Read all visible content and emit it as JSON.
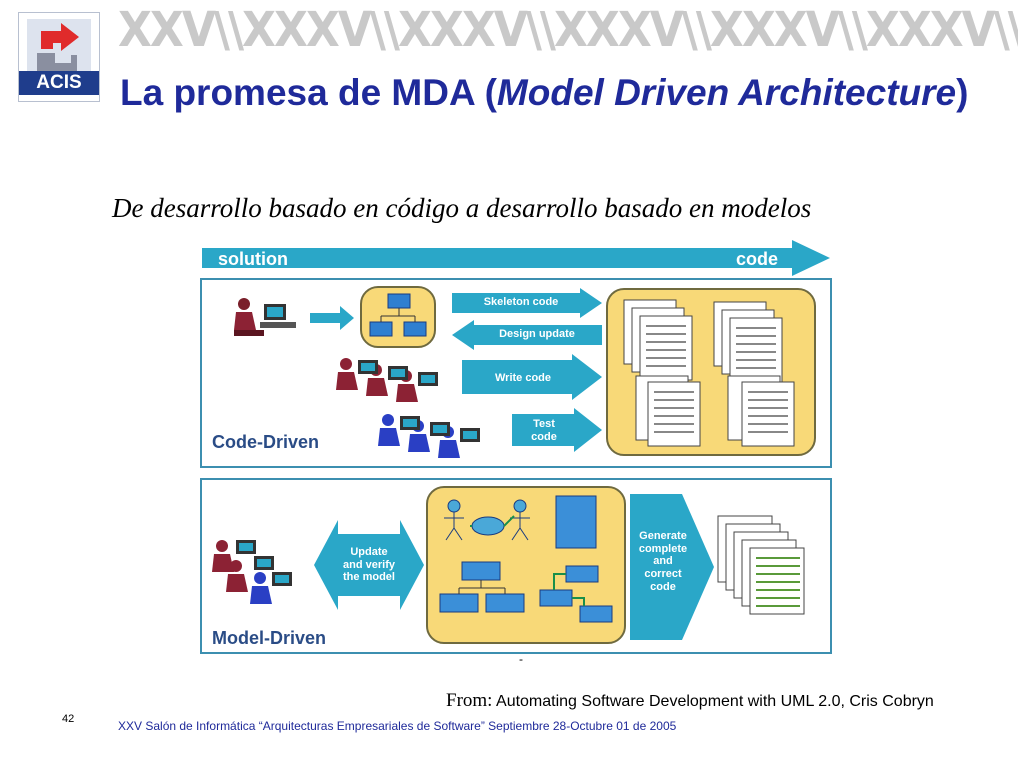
{
  "logo": {
    "text": "ACIS",
    "icon": "acis-arrow-logo-icon"
  },
  "banner": {
    "text": "XXV\\\\XXXV\\\\XXXV\\\\XXXV\\\\XXXV\\\\XXXV\\\\XXXV"
  },
  "title": {
    "part1": "La promesa de MDA (",
    "italic": "Model Driven Architecture",
    "part2": ")"
  },
  "subtitle": "De desarrollo basado en código a desarrollo basado en modelos",
  "diagram": {
    "top_band": {
      "left": "solution",
      "right": "code"
    },
    "code_driven": {
      "label": "Code-Driven",
      "arrows": [
        "Skeleton code",
        "Design update",
        "Write code",
        "Test\ncode"
      ]
    },
    "model_driven": {
      "label": "Model-Driven",
      "left_arrow": "Update\nand verify\nthe model",
      "right_arrow": "Generate\ncomplete\nand\ncorrect\ncode"
    }
  },
  "from": {
    "label": "From:",
    "text": "Automating Software Development with UML 2.0, Cris Cobryn"
  },
  "page_number": "42",
  "footer": "XXV  Salón de Informática “Arquitecturas Empresariales de Software” Septiembre 28-Octubre 01 de 2005",
  "dash": "-",
  "colors": {
    "title": "#1f2a9a",
    "band": "#2aa7c8",
    "panel_yellow": "#f8d978"
  }
}
